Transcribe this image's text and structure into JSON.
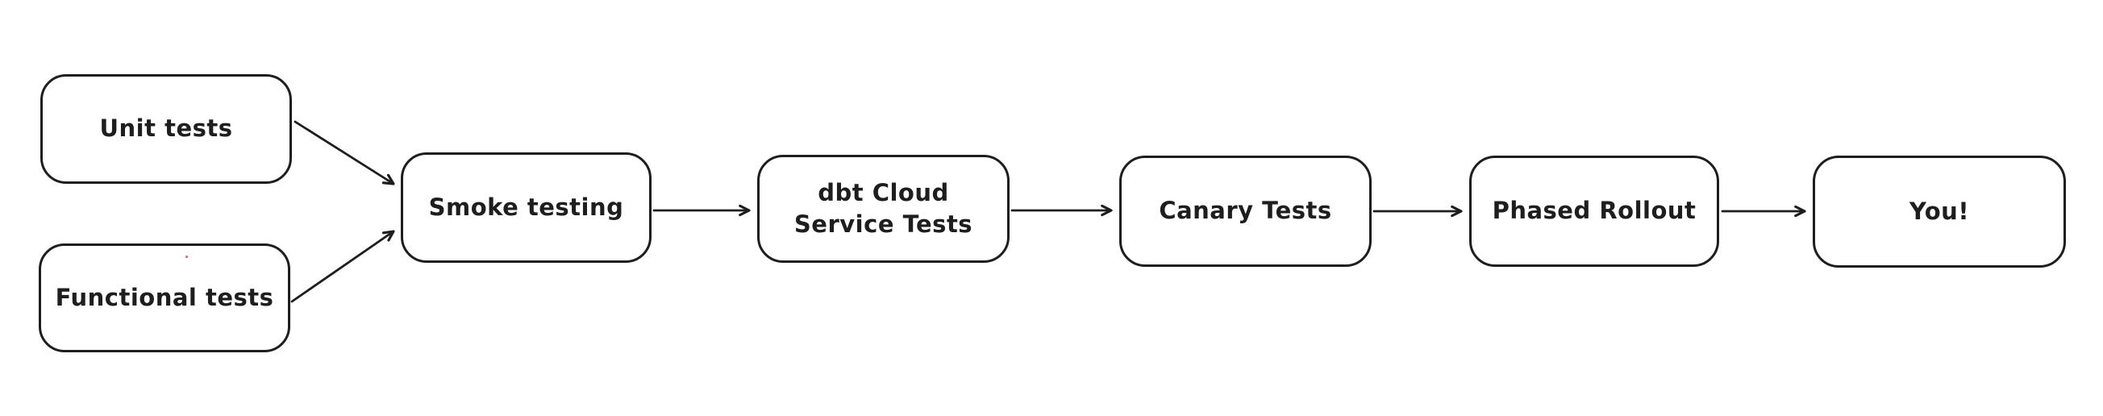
{
  "diagram": {
    "background_color": "#ffffff",
    "stroke_color": "#1e1e1e",
    "artifact_dot_color": "#e0716d",
    "nodes": [
      {
        "id": "unit-tests",
        "label": "Unit tests"
      },
      {
        "id": "functional-tests",
        "label": "Functional tests"
      },
      {
        "id": "smoke-testing",
        "label": "Smoke testing"
      },
      {
        "id": "dbt-cloud-service-tests",
        "label": "dbt Cloud\nService Tests"
      },
      {
        "id": "canary-tests",
        "label": "Canary Tests"
      },
      {
        "id": "phased-rollout",
        "label": "Phased Rollout"
      },
      {
        "id": "you",
        "label": "You!"
      }
    ],
    "edges": [
      {
        "from": "unit-tests",
        "to": "smoke-testing"
      },
      {
        "from": "functional-tests",
        "to": "smoke-testing"
      },
      {
        "from": "smoke-testing",
        "to": "dbt-cloud-service-tests"
      },
      {
        "from": "dbt-cloud-service-tests",
        "to": "canary-tests"
      },
      {
        "from": "canary-tests",
        "to": "phased-rollout"
      },
      {
        "from": "phased-rollout",
        "to": "you"
      }
    ]
  }
}
